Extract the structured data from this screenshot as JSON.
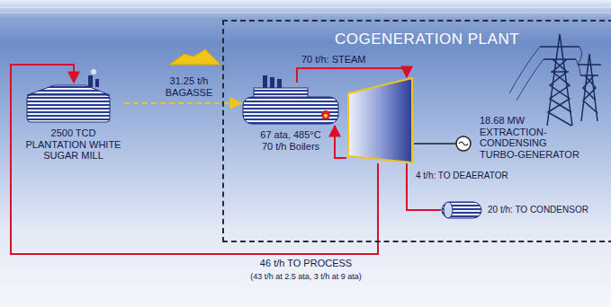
{
  "diagram": {
    "nodes": [
      {
        "text": [
          "2500 TCD PLANTATION WHITE SUGAR MILL"
        ]
      },
      {
        "text": [
          "COGENERATION PLANT"
        ]
      },
      {
        "text": [
          "67 ata, 485°C 70 t/h Boilers"
        ],
        "in": 1
      },
      {
        "text": [
          "18.68 MW EXTRACTION- CONDENSING TURBO-GENERATOR"
        ],
        "in": 1
      },
      {
        "text": [
          "20 t/h: TO CONDENSOR"
        ],
        "in": 1
      }
    ],
    "edges": [
      {
        "from": 0,
        "to": 2,
        "label": "31.25 t/h BAGASSE",
        "arrow": "to"
      },
      {
        "from": 2,
        "to": 3,
        "label": "70 t/h: STEAM",
        "arrow": "to"
      },
      {
        "from": 3,
        "to": 2,
        "label": "4 t/h: TO DEAERATOR",
        "arrow": "to"
      },
      {
        "from": 3,
        "to": 4,
        "arrow": "none"
      },
      {
        "from": 3,
        "to": 0,
        "label": "46 t/h TO PROCESS",
        "arrow": "to"
      }
    ],
    "labels": [
      "(43 t/h at 2.5 ata, 3 t/h at 9 ata)"
    ]
  }
}
